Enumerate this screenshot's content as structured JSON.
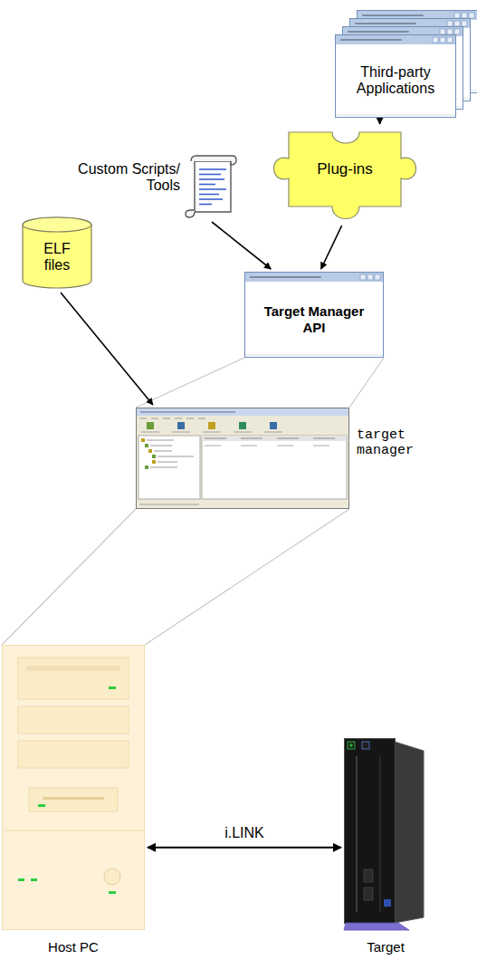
{
  "diagram": {
    "nodes": [
      {
        "text": [
          "Third-party Applications"
        ]
      },
      {
        "text": [
          "Plug-ins"
        ]
      },
      {
        "text": [
          "Custom Scripts/ Tools"
        ]
      },
      {
        "text": [
          "Target Manager API"
        ]
      },
      {
        "text": [
          "ELF files"
        ]
      },
      {
        "text": [
          "target manager"
        ]
      },
      {
        "text": [
          "Host PC"
        ]
      },
      {
        "text": [
          "Target"
        ]
      }
    ],
    "edges": [
      {
        "from": 0,
        "to": 1,
        "arrow": "to"
      },
      {
        "from": 2,
        "to": 3,
        "arrow": "to"
      },
      {
        "from": 1,
        "to": 3,
        "arrow": "to"
      },
      {
        "from": 4,
        "to": 5,
        "arrow": "to"
      },
      {
        "from": 6,
        "to": 7,
        "arrow": "both",
        "label": "i.LINK"
      }
    ]
  }
}
